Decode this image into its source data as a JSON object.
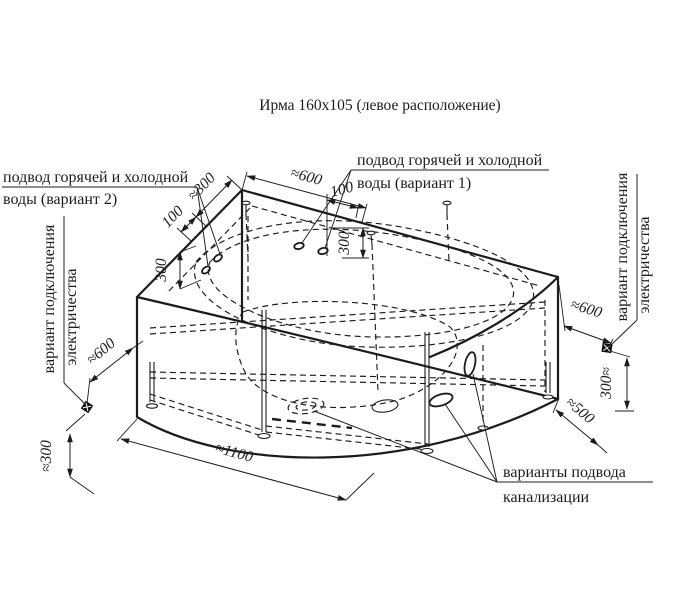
{
  "title": "Ирма 160х105 (левое расположение)",
  "labels": {
    "supply_variant2": {
      "line1": "подвод горячей и холодной",
      "line2": "воды (вариант 2)"
    },
    "supply_variant1": {
      "line1": "подвод горячей и холодной",
      "line2": "воды (вариант 1)"
    },
    "electric_left": {
      "line1": "вариант подключения",
      "line2": "электричества"
    },
    "electric_right": {
      "line1": "вариант подключения",
      "line2": "электричества"
    },
    "drainage": {
      "line1": "варианты подвода",
      "line2": "канализации"
    }
  },
  "dimensions": {
    "top_left_300": "≈300",
    "left_100": "100",
    "left_300": "300",
    "top_600": "≈600",
    "mid_100": "100",
    "mid_300": "300",
    "right_600": "≈600",
    "right_300": "300≈",
    "bottom_left_600": "≈600",
    "bottom_left_300": "≈300",
    "bottom_1100": "≈1100",
    "bottom_right_500": "≈500"
  },
  "symbols": {
    "electric_outlet_left": "electric-outlet-symbol",
    "electric_outlet_right": "electric-outlet-symbol"
  },
  "colors": {
    "line": "#1c1c1c",
    "background": "#ffffff"
  }
}
